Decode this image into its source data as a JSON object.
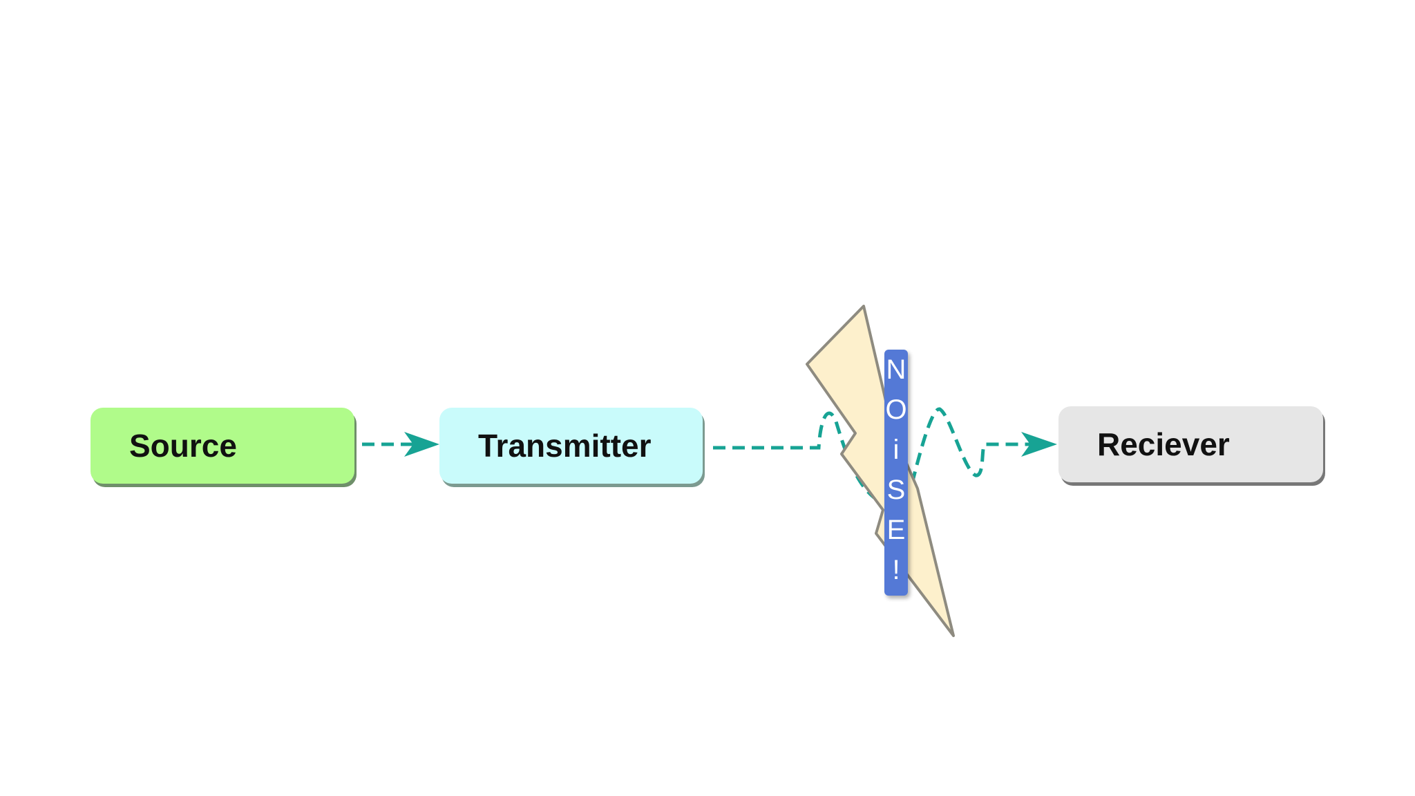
{
  "nodes": {
    "source": "Source",
    "transmitter": "Transmitter",
    "receiver": "Reciever"
  },
  "noise": {
    "letters": [
      "N",
      "O",
      "i",
      "S",
      "E",
      "!"
    ]
  },
  "colors": {
    "arrow": "#17a394",
    "source": "#b0fb8a",
    "transmitter": "#c9fbfb",
    "receiver": "#e6e6e6",
    "noise": "#5479d6",
    "bolt": "#fdf0cc"
  }
}
